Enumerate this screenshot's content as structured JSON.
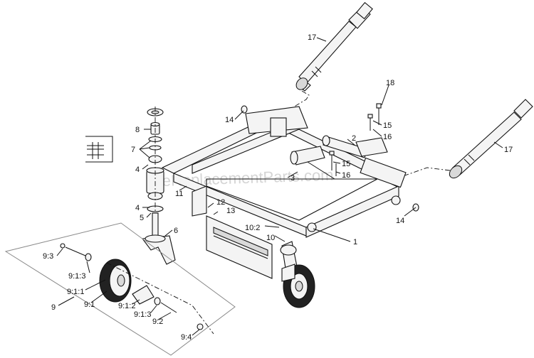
{
  "watermark": "eReplacementParts.com",
  "callouts": [
    {
      "id": "c17a",
      "text": "17"
    },
    {
      "id": "c18",
      "text": "18"
    },
    {
      "id": "c14a",
      "text": "14"
    },
    {
      "id": "c15a",
      "text": "15"
    },
    {
      "id": "c16a",
      "text": "16"
    },
    {
      "id": "c2",
      "text": "2"
    },
    {
      "id": "c17b",
      "text": "17"
    },
    {
      "id": "c8",
      "text": "8"
    },
    {
      "id": "c7",
      "text": "7"
    },
    {
      "id": "c4a",
      "text": "4"
    },
    {
      "id": "c3",
      "text": "3"
    },
    {
      "id": "c15b",
      "text": "15"
    },
    {
      "id": "c16b",
      "text": "16"
    },
    {
      "id": "c11",
      "text": "11"
    },
    {
      "id": "c12",
      "text": "12"
    },
    {
      "id": "c13",
      "text": "13"
    },
    {
      "id": "c4b",
      "text": "4"
    },
    {
      "id": "c5",
      "text": "5"
    },
    {
      "id": "c14b",
      "text": "14"
    },
    {
      "id": "c6",
      "text": "6"
    },
    {
      "id": "c10_2",
      "text": "10:2"
    },
    {
      "id": "c10",
      "text": "10"
    },
    {
      "id": "c1",
      "text": "1"
    },
    {
      "id": "c9_3",
      "text": "9:3"
    },
    {
      "id": "c9_1_3a",
      "text": "9:1:3"
    },
    {
      "id": "c9_1_1",
      "text": "9:1:1"
    },
    {
      "id": "c9",
      "text": "9"
    },
    {
      "id": "c9_1",
      "text": "9:1"
    },
    {
      "id": "c9_1_2",
      "text": "9:1:2"
    },
    {
      "id": "c9_1_3b",
      "text": "9:1:3"
    },
    {
      "id": "c9_2",
      "text": "9:2"
    },
    {
      "id": "c9_4",
      "text": "9:4"
    }
  ]
}
